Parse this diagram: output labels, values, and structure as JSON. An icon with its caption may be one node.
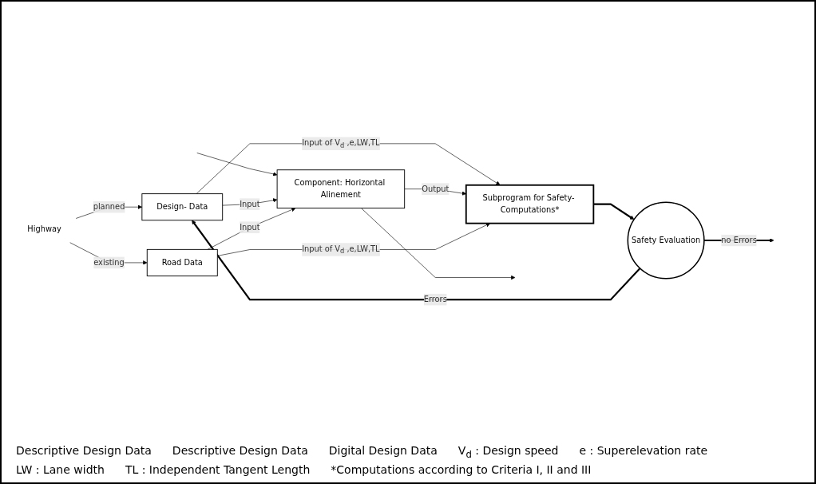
{
  "diagram": {
    "nodes": [
      {
        "text": [
          "Design- Data"
        ]
      },
      {
        "text": [
          "Road Data"
        ]
      },
      {
        "text": [
          "Component: Horizontal Alinement"
        ]
      },
      {
        "text": [
          "Subprogram for Safety- Computations*"
        ]
      },
      {
        "text": [
          "Safety Evaluation"
        ]
      },
      {
        "text": [
          "Highway"
        ]
      }
    ],
    "edges": [
      {
        "from": 5,
        "to": 0,
        "arrow": "to",
        "label": "planned"
      },
      {
        "from": 5,
        "to": 1,
        "arrow": "to",
        "label": "existing"
      },
      {
        "from": null,
        "to": 2,
        "arrow": "to"
      },
      {
        "from": 0,
        "to": 2,
        "arrow": "to",
        "label": "Input"
      },
      {
        "from": 1,
        "to": 2,
        "arrow": "to",
        "label": "Input"
      },
      {
        "from": 0,
        "to": 3,
        "arrow": "to",
        "label": "Input of V$_{d}$ ,e,LW,TL"
      },
      {
        "from": 2,
        "to": 3,
        "arrow": "to",
        "label": "Output"
      },
      {
        "from": 1,
        "to": 3,
        "arrow": "to",
        "label": "Input of V$_{d}$ ,e,LW,TL"
      },
      {
        "from": 3,
        "to": 4,
        "arrow": "to",
        "style": "thick"
      },
      {
        "from": 4,
        "to": 0,
        "arrow": "to",
        "label": "Errors",
        "style": "thick"
      },
      {
        "from": 4,
        "to": null,
        "arrow": "to",
        "label": "no Errors",
        "style": "thick"
      },
      {
        "from": 2,
        "to": null,
        "arrow": "to"
      }
    ],
    "labels": [
      "Descriptive Design Data",
      "Descriptive Design Data",
      "Digital Design Data",
      "V$_{d}$ : Design speed",
      "e : Superelevation rate",
      "LW : Lane width",
      "TL : Independent Tangent Length",
      "*Computations according to Criteria I, II and III"
    ]
  }
}
